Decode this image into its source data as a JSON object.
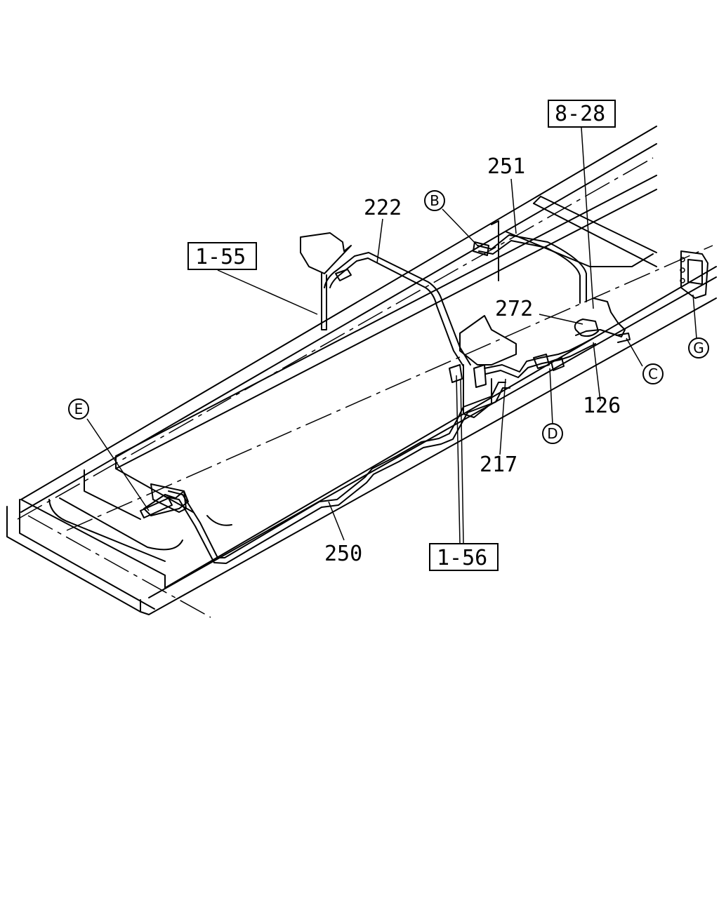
{
  "callouts": {
    "p222": "222",
    "p251": "251",
    "p272": "272",
    "p126": "126",
    "p217": "217",
    "p250": "250"
  },
  "references": {
    "ref_8_28": "8-28",
    "ref_1_55": "1-55",
    "ref_1_56": "1-56"
  },
  "markers": {
    "B": "B",
    "C": "C",
    "D": "D",
    "E": "E",
    "G": "G"
  }
}
